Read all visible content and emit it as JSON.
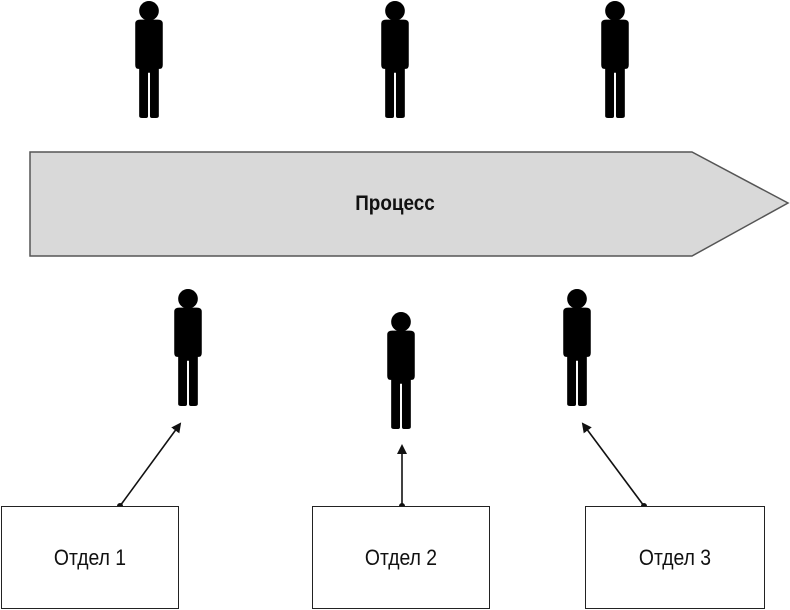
{
  "process": {
    "label": "Процесс"
  },
  "departments": [
    {
      "label": "Отдел 1"
    },
    {
      "label": "Отдел 2"
    },
    {
      "label": "Отдел 3"
    }
  ],
  "colors": {
    "arrow_fill": "#d9d9d9",
    "arrow_stroke": "#555555",
    "figure_light": "#c8c8c8",
    "figure_dark": "#727272",
    "connector": "#111111"
  },
  "figures": {
    "top": [
      {
        "shade": "light"
      },
      {
        "shade": "dark"
      },
      {
        "shade": "light"
      }
    ],
    "bottom": [
      {
        "shade": "light"
      },
      {
        "shade": "light"
      },
      {
        "shade": "light"
      }
    ]
  }
}
